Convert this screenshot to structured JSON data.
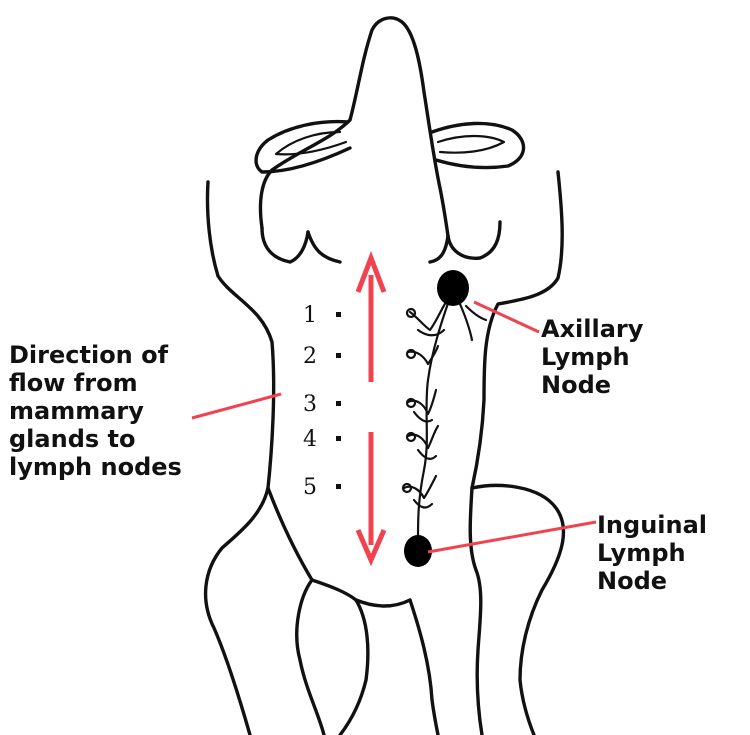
{
  "labels": {
    "flow_line1": "Direction of",
    "flow_line2": "flow from",
    "flow_line3": "mammary",
    "flow_line4": "glands to",
    "flow_line5": "lymph nodes",
    "axillary_line1": "Axillary",
    "axillary_line2": "Lymph",
    "axillary_line3": "Node",
    "inguinal_line1": "Inguinal",
    "inguinal_line2": "Lymph",
    "inguinal_line3": "Node"
  },
  "glands": [
    "1",
    "2",
    "3",
    "4",
    "5"
  ],
  "colors": {
    "arrow": "#f0434f",
    "outline": "#111111",
    "node": "#000000"
  }
}
